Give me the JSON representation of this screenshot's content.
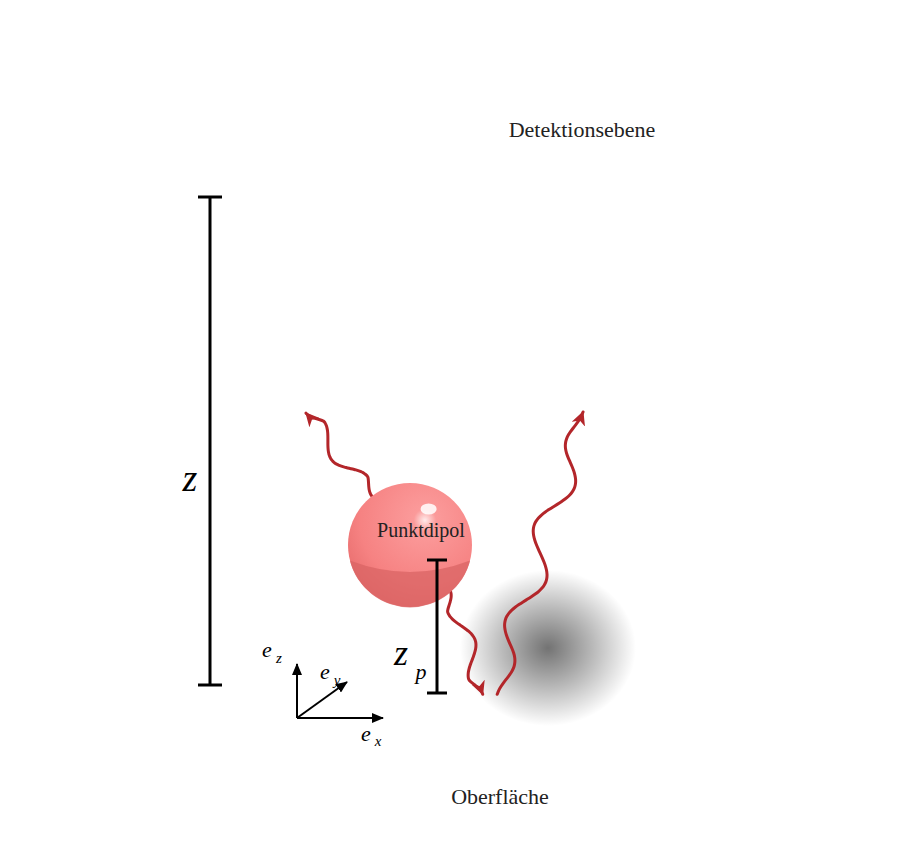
{
  "diagram": {
    "nodes": [
      {
        "text": [
          "Detektionsebene"
        ]
      },
      {
        "text": [
          "Oberfläche"
        ]
      },
      {
        "text": [
          "Punktdipol"
        ]
      }
    ],
    "edges": [
      {
        "from": 2,
        "to": 0,
        "arrow": "to"
      },
      {
        "from": 2,
        "to": 1,
        "arrow": "to"
      },
      {
        "from": 1,
        "to": 0,
        "arrow": "to"
      }
    ],
    "labels": [
      "z",
      "z",
      "p",
      "e",
      "z",
      "e",
      "y",
      "e",
      "x"
    ]
  }
}
